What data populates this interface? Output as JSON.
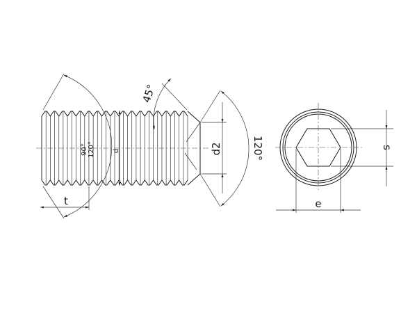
{
  "drawing": {
    "title": "Hexagon socket set screw with cone point",
    "side_view": {
      "labels": {
        "d": "d",
        "d2": "d2",
        "t": "t",
        "angle_45": "45°",
        "angle_120_point": "120°",
        "angle_90": "90°",
        "angle_120_socket": "120°"
      },
      "thread_pitch_count": 17
    },
    "end_view": {
      "labels": {
        "s": "s",
        "e": "e"
      }
    },
    "line_color": "#1a1a1a"
  }
}
